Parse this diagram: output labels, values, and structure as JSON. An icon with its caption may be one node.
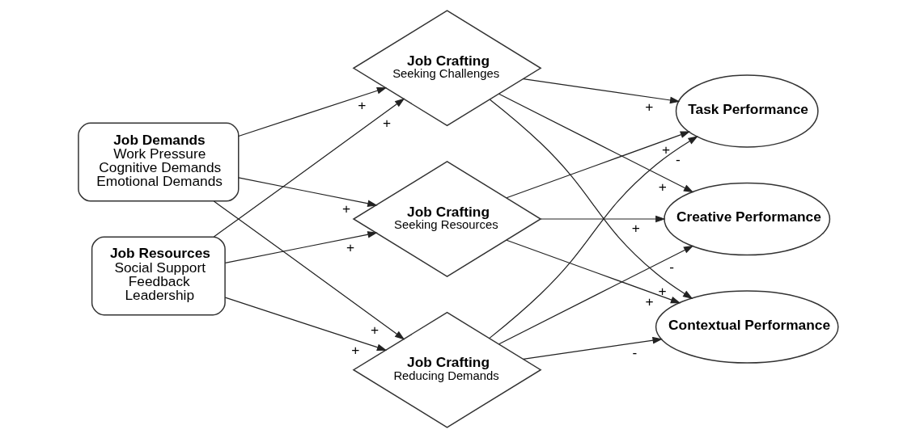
{
  "diagram": {
    "nodes": [
      {
        "text": [
          "Job Demands",
          "Work Pressure",
          "Cognitive Demands",
          "Emotional Demands"
        ]
      },
      {
        "text": [
          "Job Resources",
          "Social Support",
          "Feedback",
          "Leadership"
        ]
      },
      {
        "text": [
          "Job Crafting",
          "Seeking Challenges"
        ]
      },
      {
        "text": [
          "Job Crafting",
          "Seeking Resources"
        ]
      },
      {
        "text": [
          "Job Crafting",
          "Reducing Demands"
        ]
      },
      {
        "text": [
          "Task Performance"
        ]
      },
      {
        "text": [
          "Creative Performance"
        ]
      },
      {
        "text": [
          "Contextual Performance"
        ]
      }
    ],
    "edges": [
      {
        "from": 0,
        "to": 2,
        "arrow": "to",
        "label": "+"
      },
      {
        "from": 0,
        "to": 3,
        "arrow": "to",
        "label": "+"
      },
      {
        "from": 0,
        "to": 4,
        "arrow": "to",
        "label": "+"
      },
      {
        "from": 1,
        "to": 2,
        "arrow": "to",
        "label": "+"
      },
      {
        "from": 1,
        "to": 3,
        "arrow": "to",
        "label": "+"
      },
      {
        "from": 1,
        "to": 4,
        "arrow": "to",
        "label": "+"
      },
      {
        "from": 2,
        "to": 5,
        "arrow": "to",
        "label": "+"
      },
      {
        "from": 2,
        "to": 6,
        "arrow": "to",
        "label": "+"
      },
      {
        "from": 2,
        "to": 7,
        "arrow": "to",
        "label": "+"
      },
      {
        "from": 3,
        "to": 5,
        "arrow": "to",
        "label": "+"
      },
      {
        "from": 3,
        "to": 6,
        "arrow": "to",
        "label": "+"
      },
      {
        "from": 3,
        "to": 7,
        "arrow": "to",
        "label": "+"
      },
      {
        "from": 4,
        "to": 5,
        "arrow": "to",
        "label": "-"
      },
      {
        "from": 4,
        "to": 6,
        "arrow": "to",
        "label": "-"
      },
      {
        "from": 4,
        "to": 7,
        "arrow": "to",
        "label": "-"
      }
    ]
  }
}
